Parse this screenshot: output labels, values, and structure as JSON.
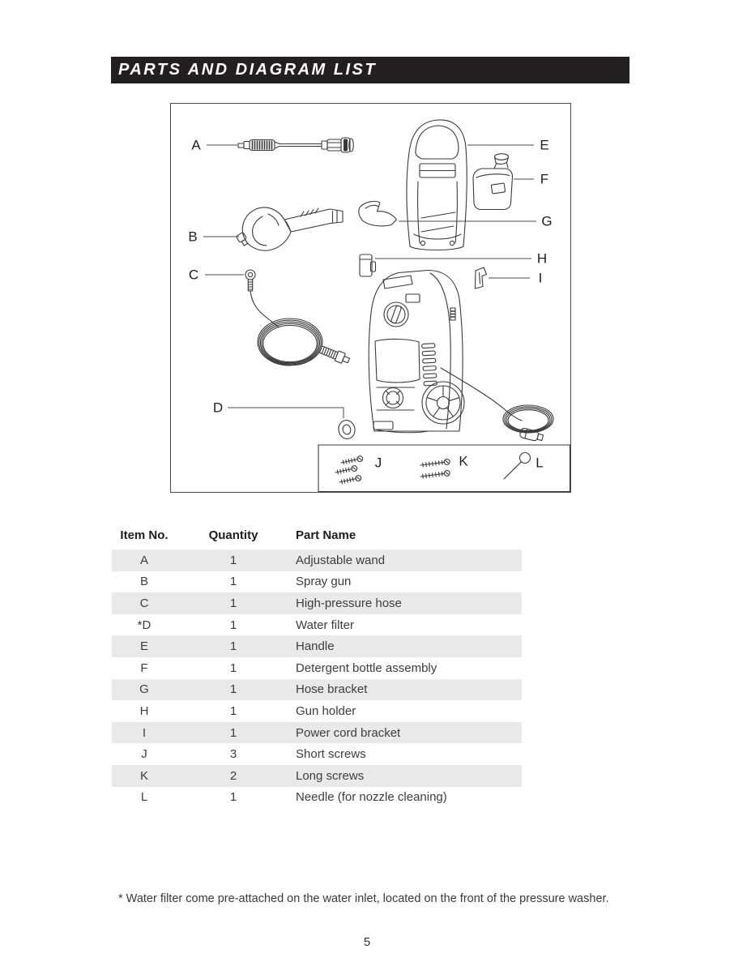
{
  "header": {
    "title": "PARTS AND DIAGRAM LIST"
  },
  "diagram": {
    "labels": [
      {
        "letter": "A"
      },
      {
        "letter": "B"
      },
      {
        "letter": "C"
      },
      {
        "letter": "D"
      },
      {
        "letter": "E"
      },
      {
        "letter": "F"
      },
      {
        "letter": "G"
      },
      {
        "letter": "H"
      },
      {
        "letter": "I"
      },
      {
        "letter": "J"
      },
      {
        "letter": "K"
      },
      {
        "letter": "L"
      }
    ]
  },
  "table": {
    "columns": [
      "Item No.",
      "Quantity",
      "Part Name"
    ],
    "rows": [
      {
        "item": "A",
        "qty": "1",
        "name": "Adjustable wand"
      },
      {
        "item": "B",
        "qty": "1",
        "name": "Spray gun"
      },
      {
        "item": "C",
        "qty": "1",
        "name": "High-pressure hose"
      },
      {
        "item": "*D",
        "qty": "1",
        "name": "Water filter"
      },
      {
        "item": "E",
        "qty": "1",
        "name": "Handle"
      },
      {
        "item": "F",
        "qty": "1",
        "name": "Detergent bottle assembly"
      },
      {
        "item": "G",
        "qty": "1",
        "name": "Hose bracket"
      },
      {
        "item": "H",
        "qty": "1",
        "name": "Gun holder"
      },
      {
        "item": "I",
        "qty": "1",
        "name": "Power cord bracket"
      },
      {
        "item": "J",
        "qty": "3",
        "name": "Short screws"
      },
      {
        "item": "K",
        "qty": "2",
        "name": "Long screws"
      },
      {
        "item": "L",
        "qty": "1",
        "name": "Needle (for nozzle cleaning)"
      }
    ]
  },
  "footnote": "* Water filter come pre-attached on the water inlet, located on the front of the pressure washer.",
  "page_number": "5",
  "colors": {
    "header_bg": "#231f20",
    "header_text": "#ffffff",
    "row_alt_bg": "#e9e9e9",
    "body_text": "#3d3d3d",
    "line_art": "#3a3a3a",
    "panel_border": "#4a4a4a"
  }
}
